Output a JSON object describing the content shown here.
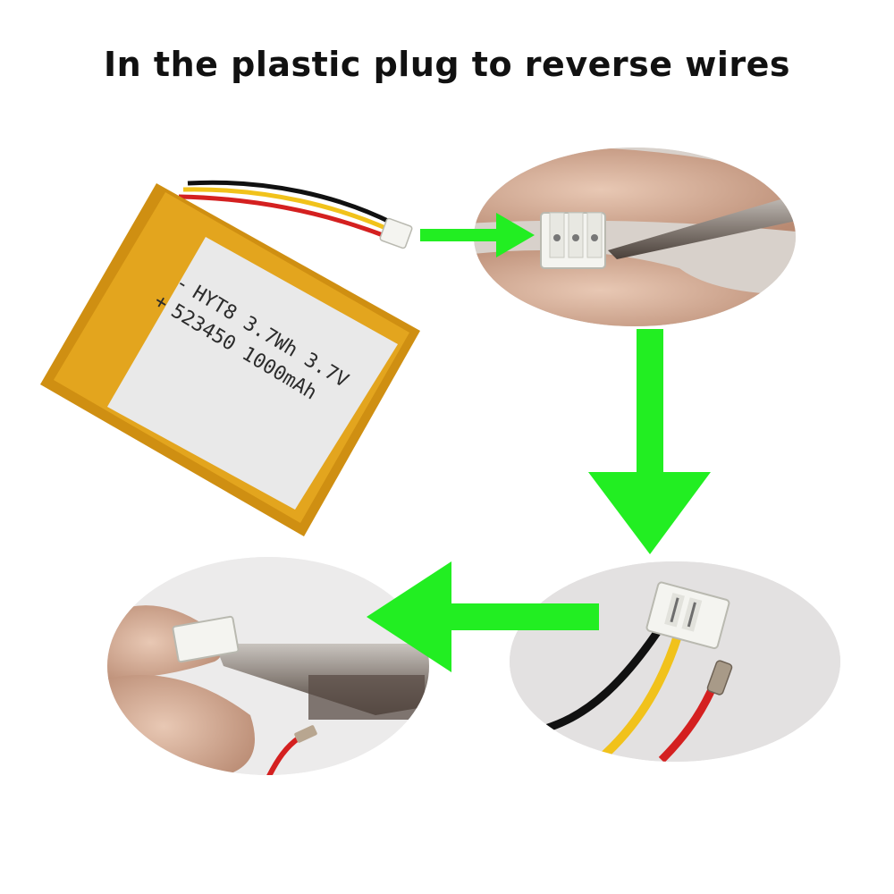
{
  "title": "In the plastic plug to reverse wires",
  "battery": {
    "line1": "HYT8 3.7Wh 3.7V",
    "line2": "523450 1000mAh",
    "minus": "-",
    "plus": "+"
  },
  "colors": {
    "arrow": "#22ee22",
    "battery_body": "#e0a21a",
    "label": "#e9e9e9",
    "connector": "#f4f4f0",
    "skin": "#d9b7a3",
    "wire_red": "#d42020",
    "wire_yellow": "#f1c21b",
    "wire_black": "#111111"
  },
  "steps": [
    {
      "icon": "battery-with-connector"
    },
    {
      "icon": "tweezers-lifting-tab"
    },
    {
      "icon": "pins-pulled-out"
    },
    {
      "icon": "pin-reinserted"
    }
  ]
}
